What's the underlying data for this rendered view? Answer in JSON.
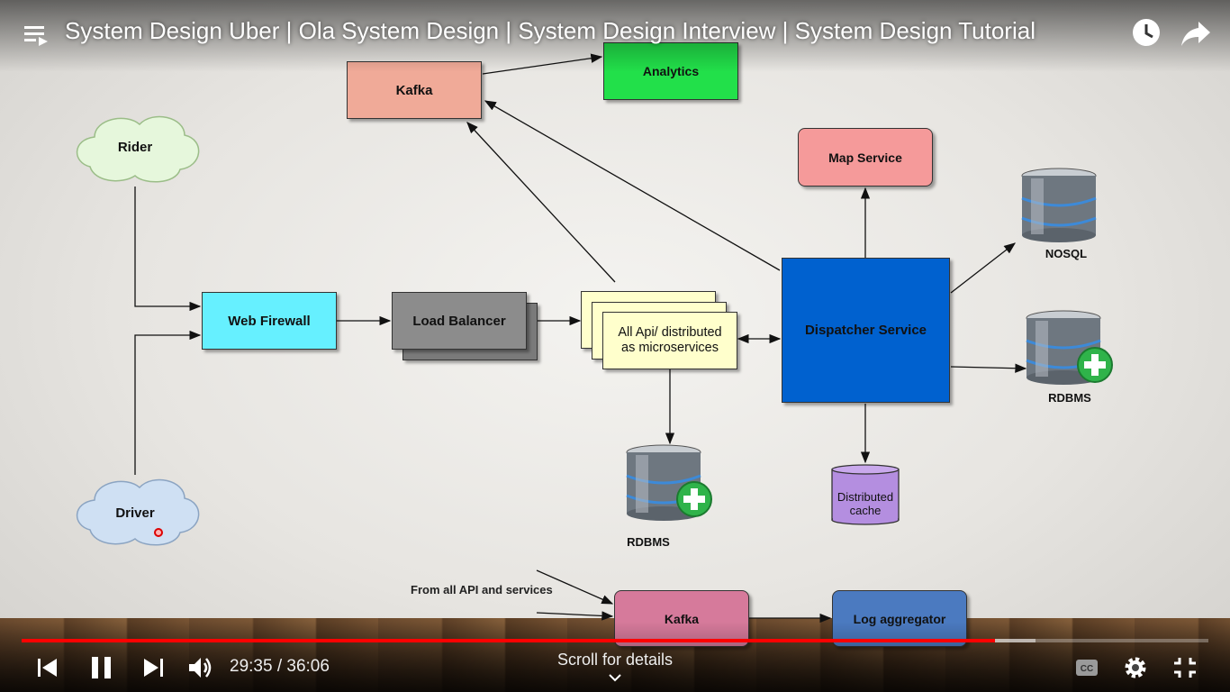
{
  "video": {
    "title": "System Design Uber | Ola System Design | System Design Interview | System Design Tutorial",
    "time_display": "29:35 / 36:06",
    "progress_fraction": 0.82,
    "buffered_fraction": 0.854,
    "scroll_hint": "Scroll for details"
  },
  "icons": {
    "playlist": "playlist-icon",
    "watch_later": "clock-icon",
    "share": "share-icon",
    "previous": "skip-previous-icon",
    "pause": "pause-icon",
    "next": "skip-next-icon",
    "volume": "volume-icon",
    "chevron": "chevron-down-icon",
    "captions": "captions-icon",
    "settings": "gear-icon",
    "exit_fullscreen": "exit-fullscreen-icon"
  },
  "diagram": {
    "rider": "Rider",
    "driver": "Driver",
    "web_firewall": "Web Firewall",
    "load_balancer": "Load Balancer",
    "api_services_line1": "All Api/ distributed",
    "api_services_line2": "as microservices",
    "kafka_top": "Kafka",
    "analytics": "Analytics",
    "map_service": "Map Service",
    "dispatcher": "Dispatcher Service",
    "nosql": "NOSQL",
    "rdbms_right": "RDBMS",
    "rdbms_bottom": "RDBMS",
    "distributed_cache_line1": "Distributed",
    "distributed_cache_line2": "cache",
    "from_all": "From all API and services",
    "kafka_bottom": "Kafka",
    "log_aggregator": "Log aggregator"
  },
  "colors": {
    "web_firewall": "#66f0ff",
    "load_balancer": "#8c8c8c",
    "kafka_top": "#f0aa98",
    "analytics": "#22e04a",
    "map_service": "#f59a9a",
    "dispatcher": "#0061cf",
    "api": "#ffffcc",
    "cache": "#b48ee0",
    "kafka_bottom": "#d67a9b",
    "log_aggregator": "#4b7ac0",
    "rider_cloud": "#e6f7dc",
    "driver_cloud": "#cfe0f3",
    "progress": "#ff0000"
  }
}
